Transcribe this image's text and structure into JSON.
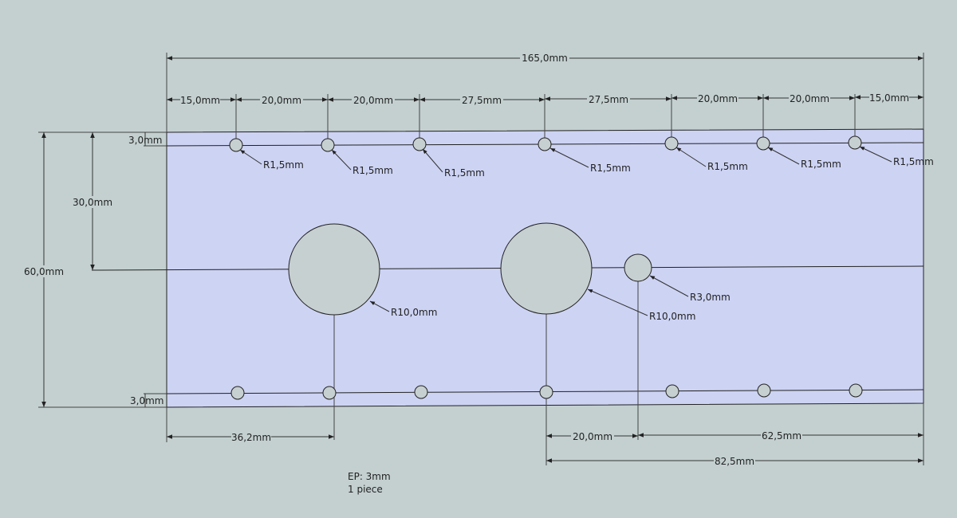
{
  "colors": {
    "background": "#c4d0d0",
    "plate": "#cdd3f3",
    "hole": "#c7d0d0",
    "line": "#222222"
  },
  "dimensions": {
    "overall_width": "165,0mm",
    "hole_spacing": [
      "15,0mm",
      "20,0mm",
      "20,0mm",
      "27,5mm",
      "27,5mm",
      "20,0mm",
      "20,0mm",
      "15,0mm"
    ],
    "height": "60,0mm",
    "half_height": "30,0mm",
    "edge_top": "3,0mm",
    "edge_bottom": "3,0mm",
    "left_hole_offset": "36,2mm",
    "small_hole_gap": "20,0mm",
    "small_hole_to_right": "62,5mm",
    "center_hole_to_right": "82,5mm"
  },
  "radii": {
    "small_holes": [
      "R1,5mm",
      "R1,5mm",
      "R1,5mm",
      "R1,5mm",
      "R1,5mm",
      "R1,5mm",
      "R1,5mm"
    ],
    "large_hole_left": "R10,0mm",
    "large_hole_right": "R10,0mm",
    "medium_hole": "R3,0mm"
  },
  "notes": {
    "thickness": "EP: 3mm",
    "quantity": "1 piece"
  }
}
